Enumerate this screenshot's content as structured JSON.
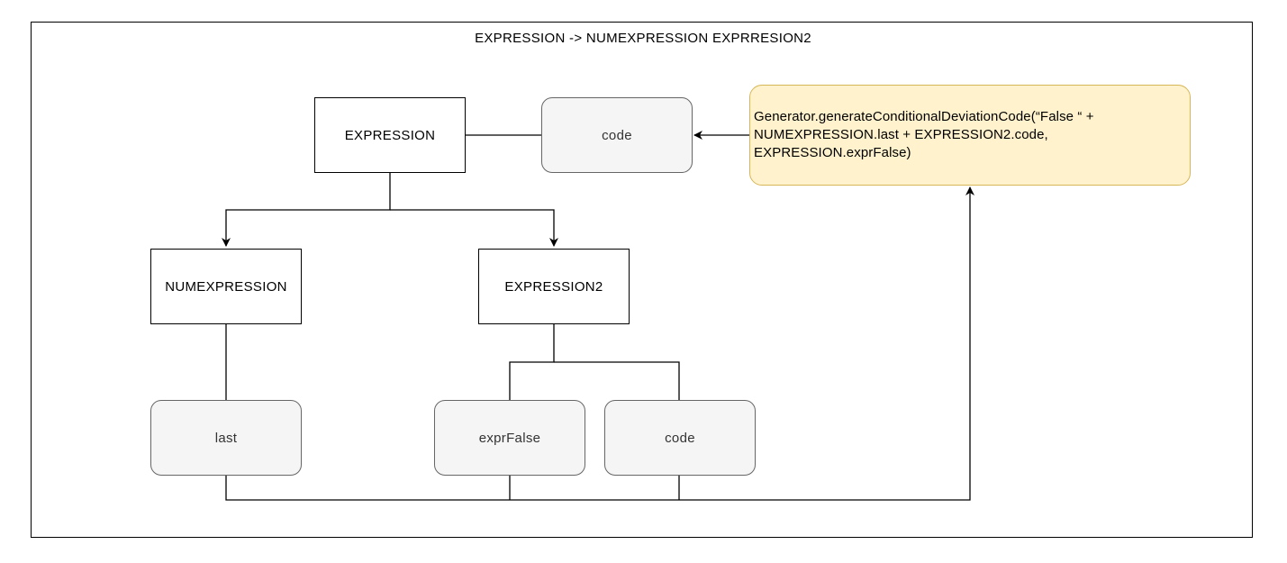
{
  "title": "EXPRESSION -> NUMEXPRESSION EXPRRESION2",
  "nodes": {
    "expression": "EXPRESSION",
    "expression_code": "code",
    "numexpression": "NUMEXPRESSION",
    "expression2": "EXPRESSION2",
    "numexpression_last": "last",
    "expression2_exprfalse": "exprFalse",
    "expression2_code": "code"
  },
  "note": {
    "text": "Generator.generateConditionalDeviationCode(“False “ +\nNUMEXPRESSION.last + EXPRESSION2.code,\nEXPRESSION.exprFalse)"
  },
  "colors": {
    "note_fill": "#fff2cc",
    "note_border": "#d6b656",
    "attr_fill": "#f5f5f5",
    "attr_border": "#666666"
  }
}
